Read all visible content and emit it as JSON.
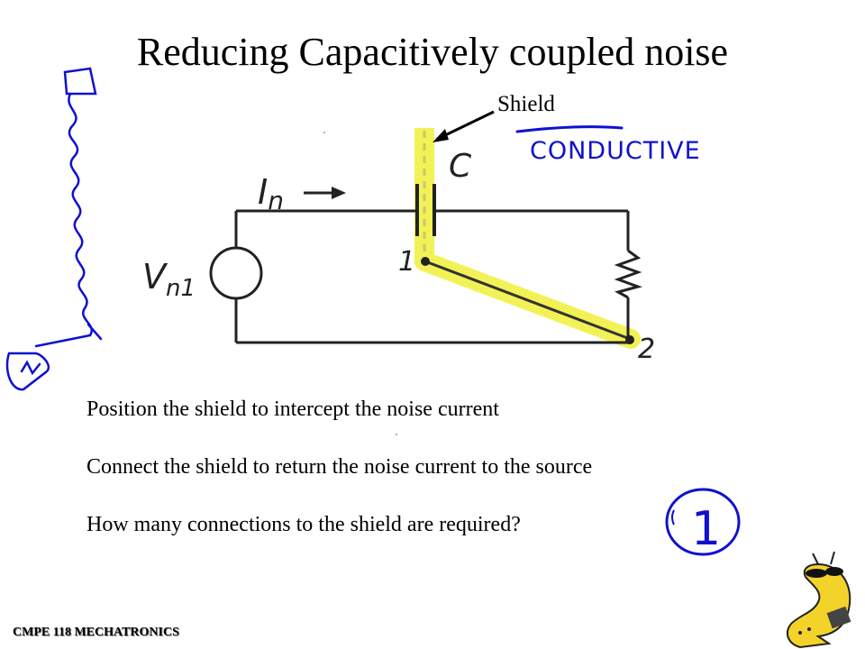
{
  "slide": {
    "title": "Reducing Capacitively coupled noise",
    "shield_label": "Shield",
    "bullets": [
      "Position the shield to intercept the noise current",
      "Connect the shield to return the noise current to the source",
      "How many connections to the shield are required?"
    ],
    "footer": "CMPE 118 MECHATRONICS"
  },
  "circuit": {
    "current_label": "I",
    "current_sub": "n",
    "capacitor_label": "C",
    "source_label": "V",
    "source_sub": "n1",
    "node1": "1",
    "node2": "2"
  },
  "annotations": {
    "handwritten_note": "CONDUCTIVE",
    "handwritten_answer": "1"
  },
  "colors": {
    "highlight": "#f2f257",
    "ink": "#1010d0",
    "wire": "#222222"
  }
}
